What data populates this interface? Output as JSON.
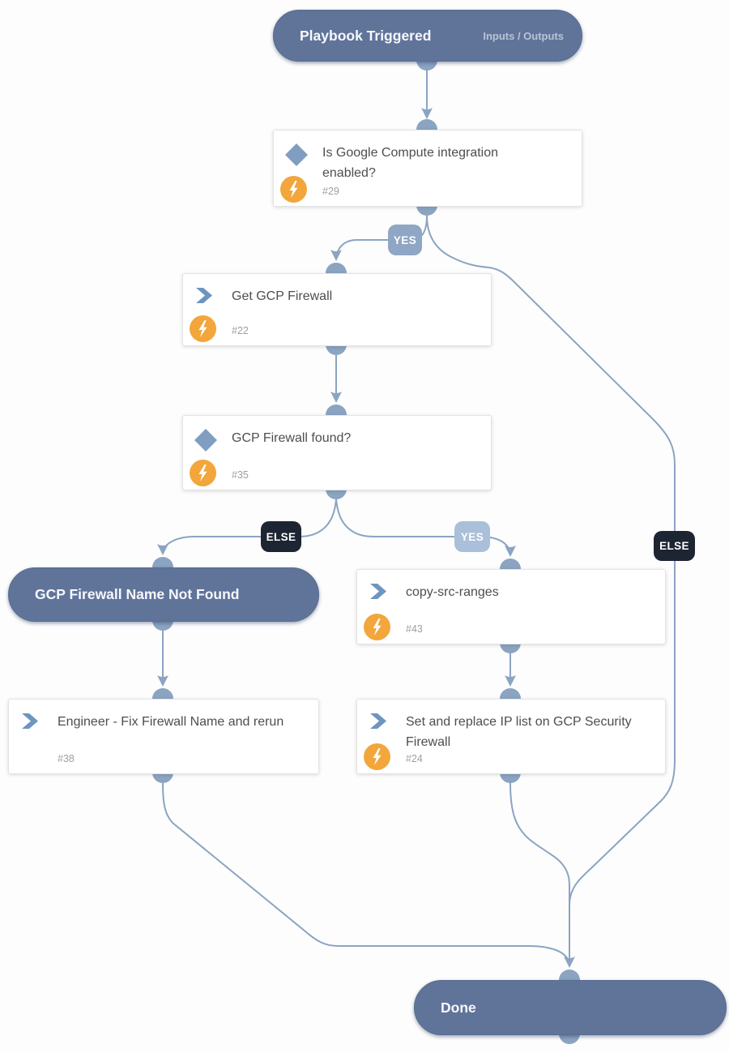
{
  "app": "Playbook work plan",
  "colors": {
    "edge": "#8ba4c2",
    "section_pill": "#60749a",
    "badge_yes_primary": "#8fa6c4",
    "badge_yes_light": "#aabfd9",
    "badge_else": "#1d2533",
    "automation_badge": "#f2a63b",
    "condition_icon": "#7f9ec2",
    "task_icon": "#6d95bf",
    "card_title_text": "#4e4e4e",
    "card_id_text": "#9e9e9e"
  },
  "icons": {
    "condition": "diamond-icon",
    "task": "chevron-icon",
    "automation": "lightning-icon"
  },
  "nodes": {
    "trigger": {
      "title": "Playbook Triggered",
      "action": "Inputs / Outputs"
    },
    "cond_29": {
      "title": "Is Google Compute integration enabled?",
      "id": "#29"
    },
    "task_22": {
      "title": "Get GCP Firewall",
      "id": "#22"
    },
    "cond_35": {
      "title": "GCP Firewall found?",
      "id": "#35"
    },
    "section_not_found": {
      "title": "GCP Firewall Name Not Found"
    },
    "task_43": {
      "title": "copy-src-ranges",
      "id": "#43"
    },
    "task_38": {
      "title": "Engineer - Fix Firewall Name and rerun",
      "id": "#38"
    },
    "task_24": {
      "title": "Set and replace IP list on GCP Security Firewall",
      "id": "#24"
    },
    "done": {
      "title": "Done"
    }
  },
  "edge_labels": {
    "cond29_yes": "YES",
    "cond29_else": "ELSE",
    "cond35_yes": "YES",
    "cond35_else": "ELSE"
  }
}
